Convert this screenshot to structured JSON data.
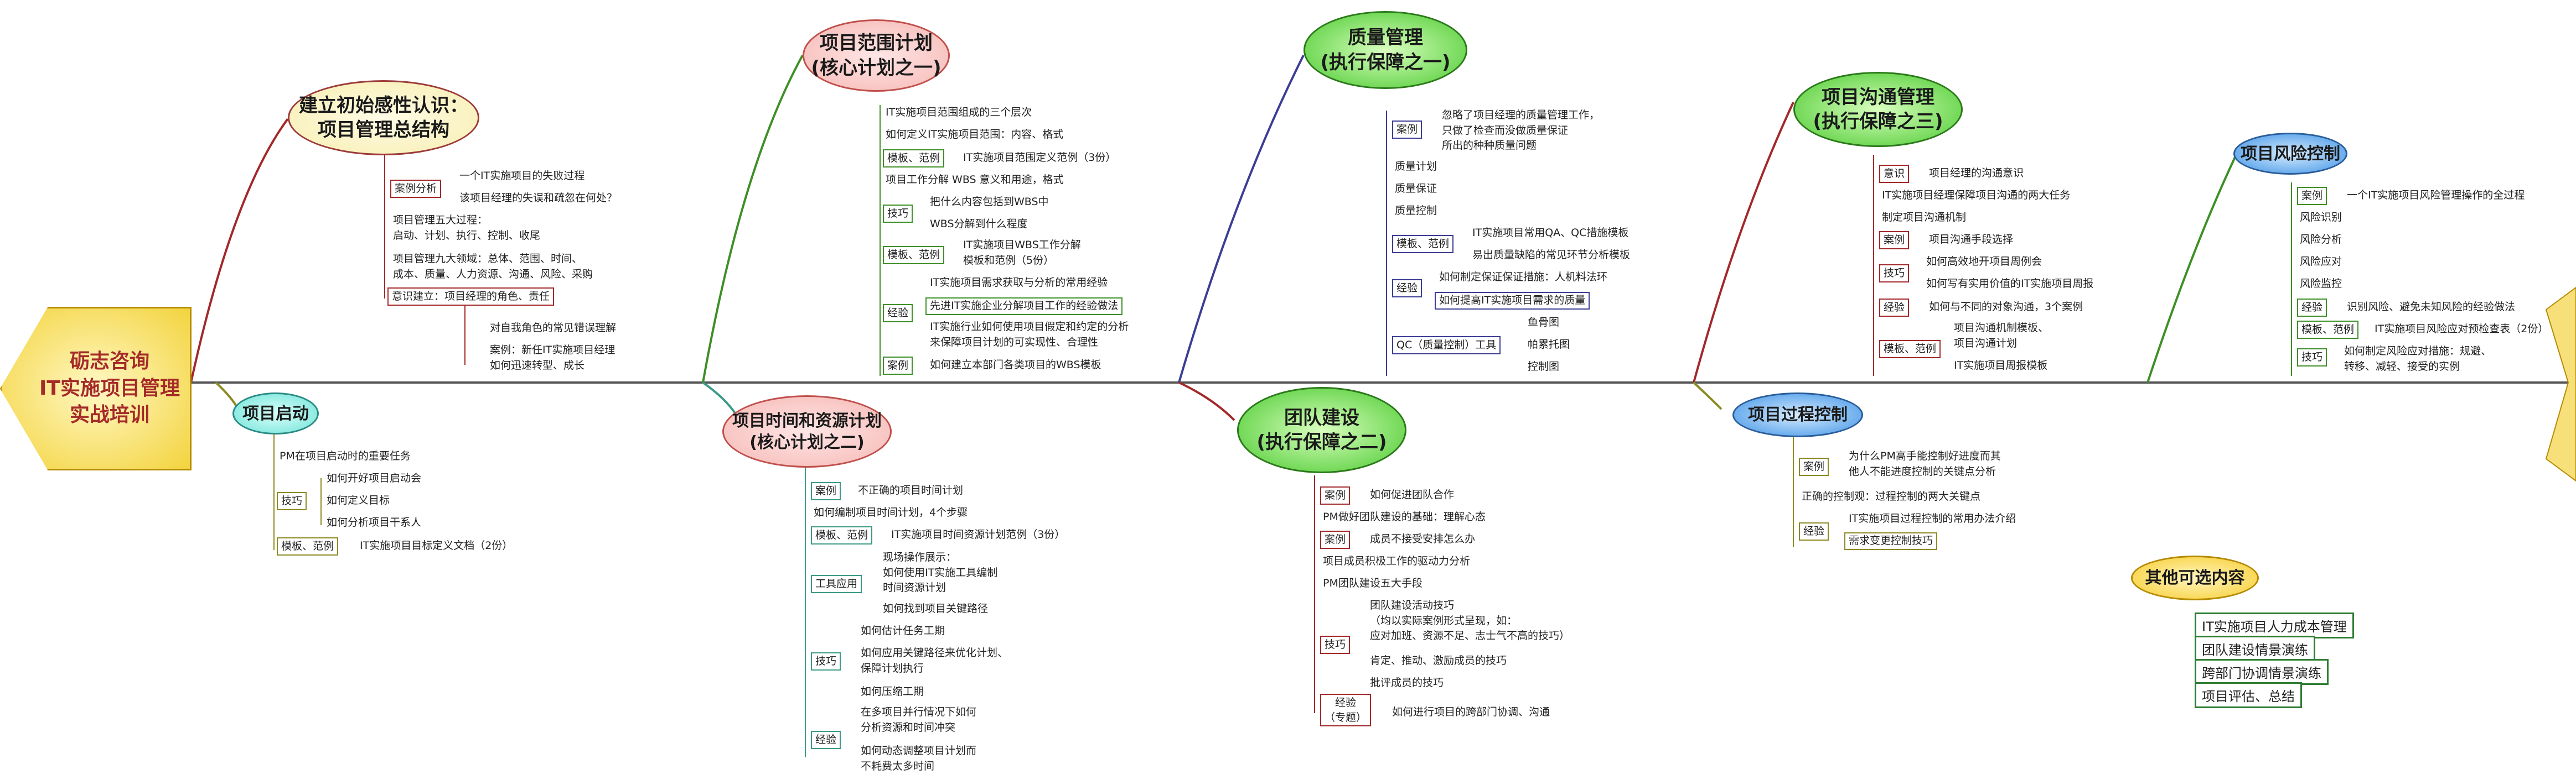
{
  "root": {
    "title": "砺志咨询\nIT实施项目管理\n实战培训"
  },
  "topics": {
    "t1": "建立初始感性认识：\n项目管理总结构",
    "t2": "项目范围计划\n(核心计划之一)",
    "t3": "质量管理\n(执行保障之一)",
    "t4": "项目沟通管理\n(执行保障之三)",
    "t5": "项目风险控制",
    "b1": "项目启动",
    "b2": "项目时间和资源计划\n(核心计划之二)",
    "b3": "团队建设\n(执行保障之二)",
    "b4": "项目过程控制",
    "other": "其他可选内容"
  },
  "t1": {
    "tag_case": "案例分析",
    "case_items": [
      "一个IT实施项目的失败过程",
      "该项目经理的失误和疏忽在何处？"
    ],
    "five": "项目管理五大过程：\n启动、计划、执行、控制、收尾",
    "nine": "项目管理九大领域：总体、范围、时间、\n成本、质量、人力资源、沟通、风险、采购",
    "tag_aware": "意识建立：项目经理的角色、责任",
    "aware_items": [
      "对自我角色的常见错误理解",
      "案例：新任IT实施项目经理\n如何迅速转型、成长"
    ]
  },
  "t2": {
    "items": [
      "IT实施项目范围组成的三个层次",
      "如何定义IT实施项目范围：内容、格式"
    ],
    "tag_tpl1": "模板、范例",
    "tpl1_item": "IT实施项目范围定义范例（3份）",
    "wbs": "项目工作分解 WBS  意义和用途，格式",
    "tag_skill": "技巧",
    "skill_items": [
      "把什么内容包括到WBS中",
      "WBS分解到什么程度"
    ],
    "tag_tpl2": "模板、范例",
    "tpl2_item": "IT实施项目WBS工作分解\n模板和范例（5份）",
    "tag_exp": "经验",
    "exp_items": [
      "IT实施项目需求获取与分析的常用经验",
      "先进IT实施企业分解项目工作的经验做法",
      "IT实施行业如何使用项目假定和约定的分析\n来保障项目计划的可实现性、合理性"
    ],
    "tag_case": "案例",
    "case_item": "如何建立本部门各类项目的WBS模板"
  },
  "t3": {
    "tag_case": "案例",
    "case_item": "忽略了项目经理的质量管理工作，\n只做了检查而没做质量保证\n所出的种种质量问题",
    "items": [
      "质量计划",
      "质量保证",
      "质量控制"
    ],
    "tag_tpl": "模板、范例",
    "tpl_items": [
      "IT实施项目常用QA、QC措施模板",
      "易出质量缺陷的常见环节分析模板"
    ],
    "tag_exp": "经验",
    "exp_items": [
      "如何制定保证保证措施：人机料法环",
      "如何提高IT实施项目需求的质量"
    ],
    "tag_qc": "QC（质量控制）工具",
    "qc_items": [
      "鱼骨图",
      "帕累托图",
      "控制图"
    ]
  },
  "t4": {
    "tag_aware": "意识",
    "aware_item": "项目经理的沟通意识",
    "items": [
      "IT实施项目经理保障项目沟通的两大任务",
      "制定项目沟通机制"
    ],
    "tag_case": "案例",
    "case_item": "项目沟通手段选择",
    "tag_skill": "技巧",
    "skill_items": [
      "如何高效地开项目周例会",
      "如何写有实用价值的IT实施项目周报"
    ],
    "tag_exp": "经验",
    "exp_item": "如何与不同的对象沟通，3个案例",
    "tag_tpl": "模板、范例",
    "tpl_items": [
      "项目沟通机制模板、\n项目沟通计划",
      "IT实施项目周报模板"
    ]
  },
  "t5": {
    "tag_case": "案例",
    "case_item": "一个IT实施项目风险管理操作的全过程",
    "items": [
      "风险识别",
      "风险分析",
      "风险应对",
      "风险监控"
    ],
    "tag_exp": "经验",
    "exp_item": "识别风险、避免未知风险的经验做法",
    "tag_tpl": "模板、范例",
    "tpl_item": "IT实施项目风险应对预检查表（2份）",
    "tag_skill": "技巧",
    "skill_item": "如何制定风险应对措施：规避、\n转移、减轻、接受的实例"
  },
  "b1": {
    "item": "PM在项目启动时的重要任务",
    "tag_skill": "技巧",
    "skill_items": [
      "如何开好项目启动会",
      "如何定义目标",
      "如何分析项目干系人"
    ],
    "tag_tpl": "模板、范例",
    "tpl_item": "IT实施项目目标定义文档（2份）"
  },
  "b2": {
    "tag_case": "案例",
    "case_item": "不正确的项目时间计划",
    "item1": "如何编制项目时间计划，4个步骤",
    "tag_tpl": "模板、范例",
    "tpl_item": "IT实施项目时间资源计划范例（3份）",
    "tag_tool": "工具应用",
    "tool_items": [
      "现场操作展示：\n如何使用IT实施工具编制\n时间资源计划",
      "如何找到项目关键路径"
    ],
    "tag_skill": "技巧",
    "skill_items": [
      "如何估计任务工期",
      "如何应用关键路径来优化计划、\n保障计划执行",
      "如何压缩工期"
    ],
    "tag_exp": "经验",
    "exp_items": [
      "在多项目并行情况下如何\n分析资源和时间冲突",
      "如何动态调整项目计划而\n不耗费太多时间"
    ]
  },
  "b3": {
    "tag_case1": "案例",
    "case1_item": "如何促进团队合作",
    "item1": "PM做好团队建设的基础：理解心态",
    "tag_case2": "案例",
    "case2_item": "成员不接受安排怎么办",
    "items": [
      "项目成员积极工作的驱动力分析",
      "PM团队建设五大手段"
    ],
    "tag_skill": "技巧",
    "skill_items": [
      "团队建设活动技巧\n（均以实际案例形式呈现，如：\n应对加班、资源不足、志士气不高的技巧）",
      "肯定、推动、激励成员的技巧",
      "批评成员的技巧"
    ],
    "tag_exp": "经验\n（专题）",
    "exp_item": "如何进行项目的跨部门协调、沟通"
  },
  "b4": {
    "tag_case": "案例",
    "case_item": "为什么PM高手能控制好进度而其\n他人不能进度控制的关键点分析",
    "item": "正确的控制观：过程控制的两大关键点",
    "tag_exp": "经验",
    "exp_items": [
      "IT实施项目过程控制的常用办法介绍",
      "需求变更控制技巧"
    ]
  },
  "other_items": [
    "IT实施项目人力成本管理",
    "团队建设情景演练",
    "跨部门协调情景演练",
    "项目评估、总结"
  ],
  "colors": {
    "spine": "#555555",
    "red_branch": "#a3282a",
    "green_branch": "#3e8f26",
    "blue_branch": "#3c3d95",
    "olive_branch": "#8d8a22",
    "teal_branch": "#3b9a86"
  }
}
